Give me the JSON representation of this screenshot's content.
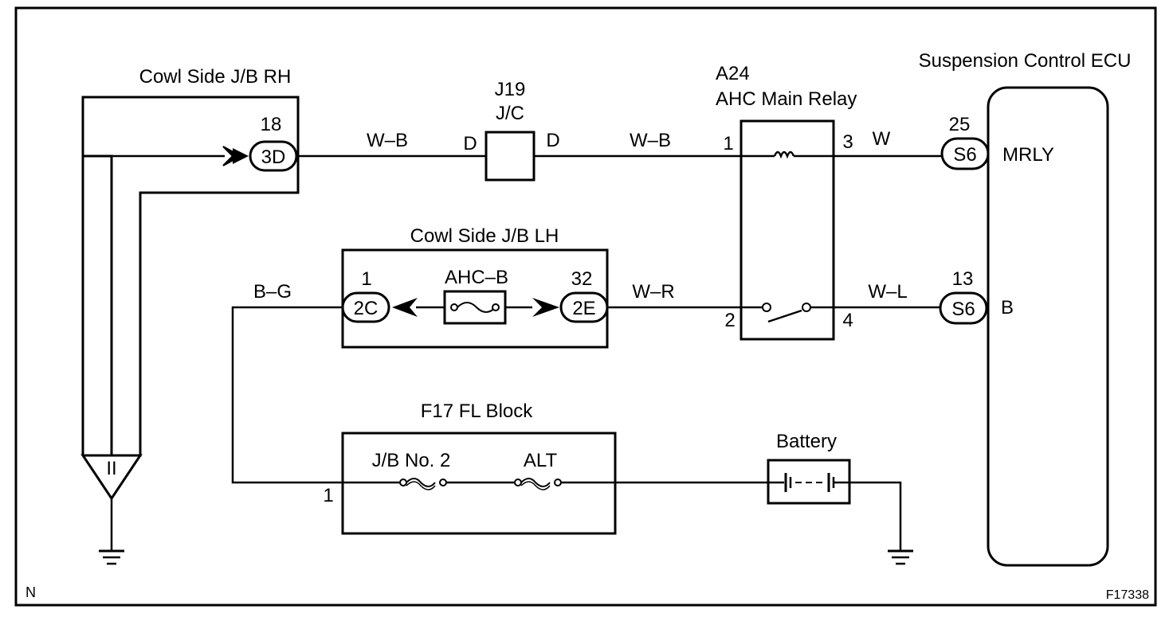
{
  "labels": {
    "cowl_rh": "Cowl Side J/B RH",
    "cowl_rh_pin": "18",
    "cowl_rh_conn": "3D",
    "j19_a": "J19",
    "j19_b": "J/C",
    "j19_d_left": "D",
    "j19_d_right": "D",
    "wire_wb_1": "W–B",
    "wire_wb_2": "W–B",
    "relay_a": "A24",
    "relay_b": "AHC Main Relay",
    "relay_p1": "1",
    "relay_p2": "2",
    "relay_p3": "3",
    "relay_p4": "4",
    "wire_w": "W",
    "wire_wl": "W–L",
    "wire_wr": "W–R",
    "wire_bg": "B–G",
    "ecu_title": "Suspension Control ECU",
    "ecu_pin_25": "25",
    "ecu_pin_13": "13",
    "ecu_conn_s6_a": "S6",
    "ecu_conn_s6_b": "S6",
    "ecu_mrly": "MRLY",
    "ecu_b": "B",
    "cowl_lh": "Cowl Side J/B LH",
    "lh_pin_1": "1",
    "lh_conn_2c": "2C",
    "lh_fuse": "AHC–B",
    "lh_pin_32": "32",
    "lh_conn_2e": "2E",
    "fl_title": "F17 FL Block",
    "fl_pin_1": "1",
    "fl_jb2": "J/B No. 2",
    "fl_alt": "ALT",
    "battery": "Battery",
    "ground_ii": "II",
    "corner_n": "N",
    "fig_id": "F17338"
  }
}
